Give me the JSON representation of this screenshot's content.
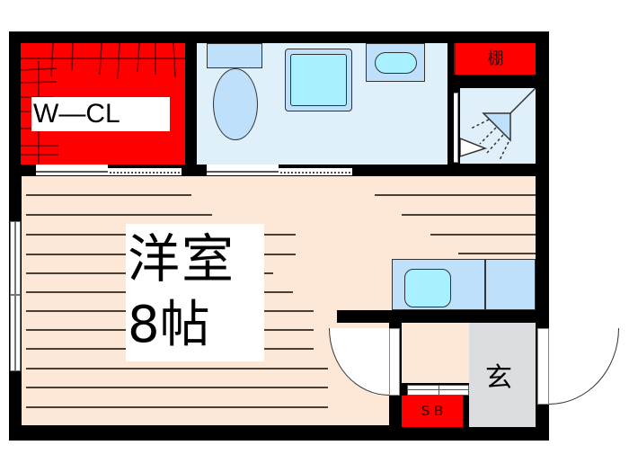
{
  "floorplan": {
    "rooms": {
      "walk_in_closet": {
        "label": "W—CL",
        "color": "#ff0000"
      },
      "western_room": {
        "label_line1": "洋室",
        "label_line2": "8帖",
        "color": "#fde8d8"
      },
      "shelf": {
        "label": "棚",
        "color": "#ff0000"
      },
      "shoe_box": {
        "label": "S B",
        "color": "#ff0000"
      },
      "entrance": {
        "label": "玄",
        "color": "#dcdde0"
      },
      "bathroom": {
        "color": "#dff0fb"
      }
    },
    "colors": {
      "wall": "#000000",
      "fixture_fill": "#bfe0fa",
      "fixture_water": "#a8efff",
      "floor_line": "#4a3f35"
    }
  }
}
